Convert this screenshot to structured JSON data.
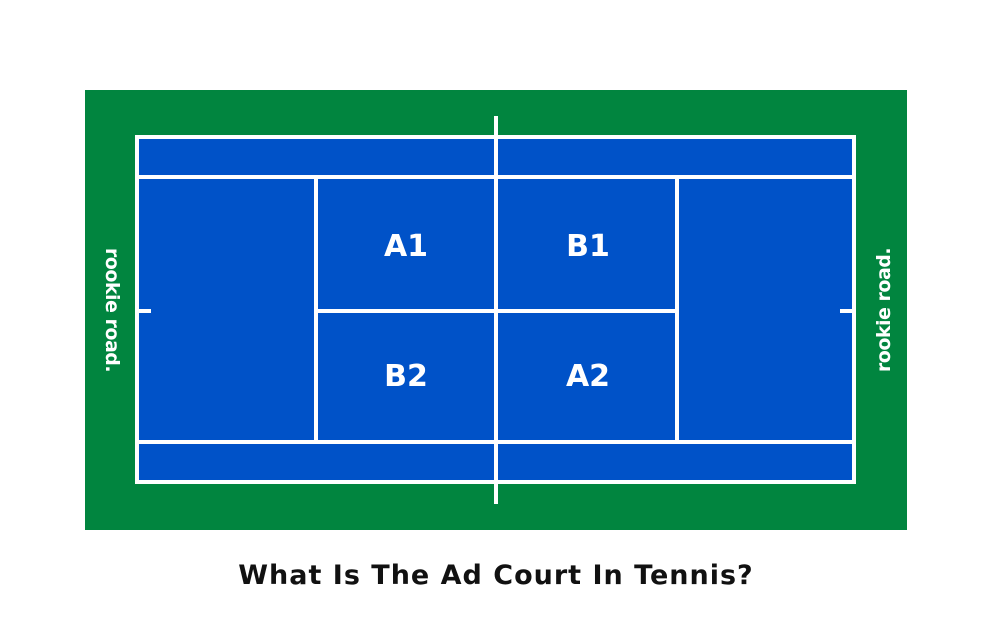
{
  "colors": {
    "surround": "#01853f",
    "court": "#0052c8",
    "lines": "#ffffff",
    "caption": "#111111"
  },
  "zones": {
    "a1": "A1",
    "b1": "B1",
    "b2": "B2",
    "a2": "A2"
  },
  "logo": {
    "text": "rookie road."
  },
  "caption": "What Is The Ad Court In Tennis?"
}
